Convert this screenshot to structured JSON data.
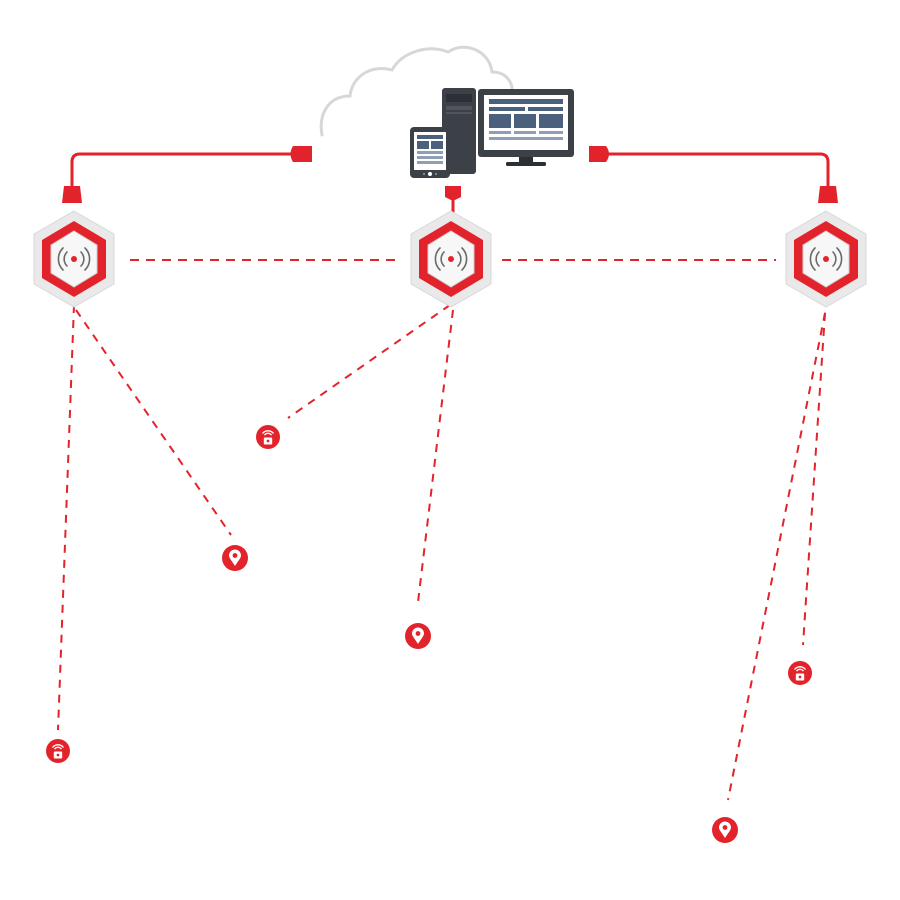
{
  "colors": {
    "accent": "#e3232b",
    "accent_dark": "#b3131a",
    "cloud_stroke": "#d5d7da",
    "device_dark": "#3c4047",
    "device_mid": "#5a6069",
    "screen_blue": "#4a607c",
    "hex_outer_light": "#e9e9ea",
    "hex_inner_light": "#f7f7f7",
    "background": "#ffffff"
  },
  "diagram": {
    "server": {
      "icon": "cloud-server-icon",
      "parts": [
        "cloud",
        "desktop-monitor",
        "tower",
        "tablet"
      ]
    },
    "gateways": [
      {
        "id": "gateway-left",
        "icon": "wireless-signal-icon"
      },
      {
        "id": "gateway-center",
        "icon": "wireless-signal-icon"
      },
      {
        "id": "gateway-right",
        "icon": "wireless-signal-icon"
      }
    ],
    "endpoints": [
      {
        "id": "lock-center",
        "icon": "remote-lock-icon",
        "gateway": "gateway-center"
      },
      {
        "id": "pin-left",
        "icon": "location-pin-icon",
        "gateway": "gateway-left"
      },
      {
        "id": "pin-center",
        "icon": "location-pin-icon",
        "gateway": "gateway-center"
      },
      {
        "id": "lock-right",
        "icon": "remote-lock-icon",
        "gateway": "gateway-right"
      },
      {
        "id": "lock-left",
        "icon": "remote-lock-icon",
        "gateway": "gateway-left"
      },
      {
        "id": "pin-right",
        "icon": "location-pin-icon",
        "gateway": "gateway-right"
      }
    ],
    "links": {
      "wired": [
        "gateway-left",
        "gateway-center",
        "gateway-right"
      ],
      "mesh": [
        [
          "gateway-left",
          "gateway-center"
        ],
        [
          "gateway-center",
          "gateway-right"
        ]
      ]
    }
  }
}
